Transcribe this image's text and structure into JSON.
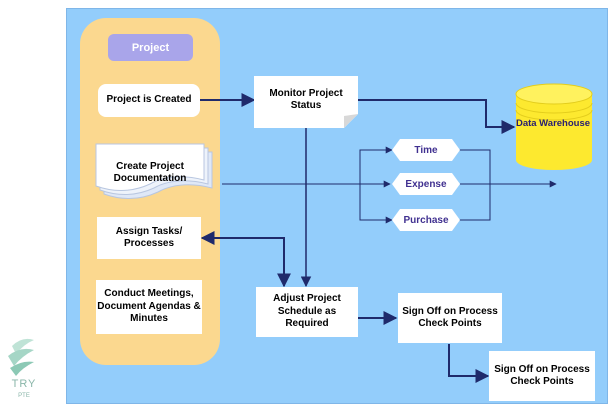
{
  "lane": {
    "title": "Project"
  },
  "nodes": {
    "project_created": "Project is Created",
    "create_doc": "Create Project\nDocumentation",
    "assign_tasks": "Assign Tasks/\nProcesses",
    "conduct_meetings": "Conduct Meetings,\nDocument Agendas &\nMinutes",
    "monitor_status": "Monitor Project Status",
    "adjust_schedule": "Adjust Project\nSchedule as Required",
    "sign_off_1": "Sign Off on Process\nCheck Points",
    "sign_off_2": "Sign Off on Process\nCheck Points",
    "time": "Time",
    "expense": "Expense",
    "purchase": "Purchase",
    "data_warehouse": "Data Warehouse"
  },
  "logo": {
    "text": "TRY",
    "sub": "PTE"
  },
  "colors": {
    "background": "#93cdfb",
    "lane": "#fbd88f",
    "lane_title": "#a9a5ea",
    "cylinder": "#fde92f",
    "arrow": "#1f2a6b"
  }
}
